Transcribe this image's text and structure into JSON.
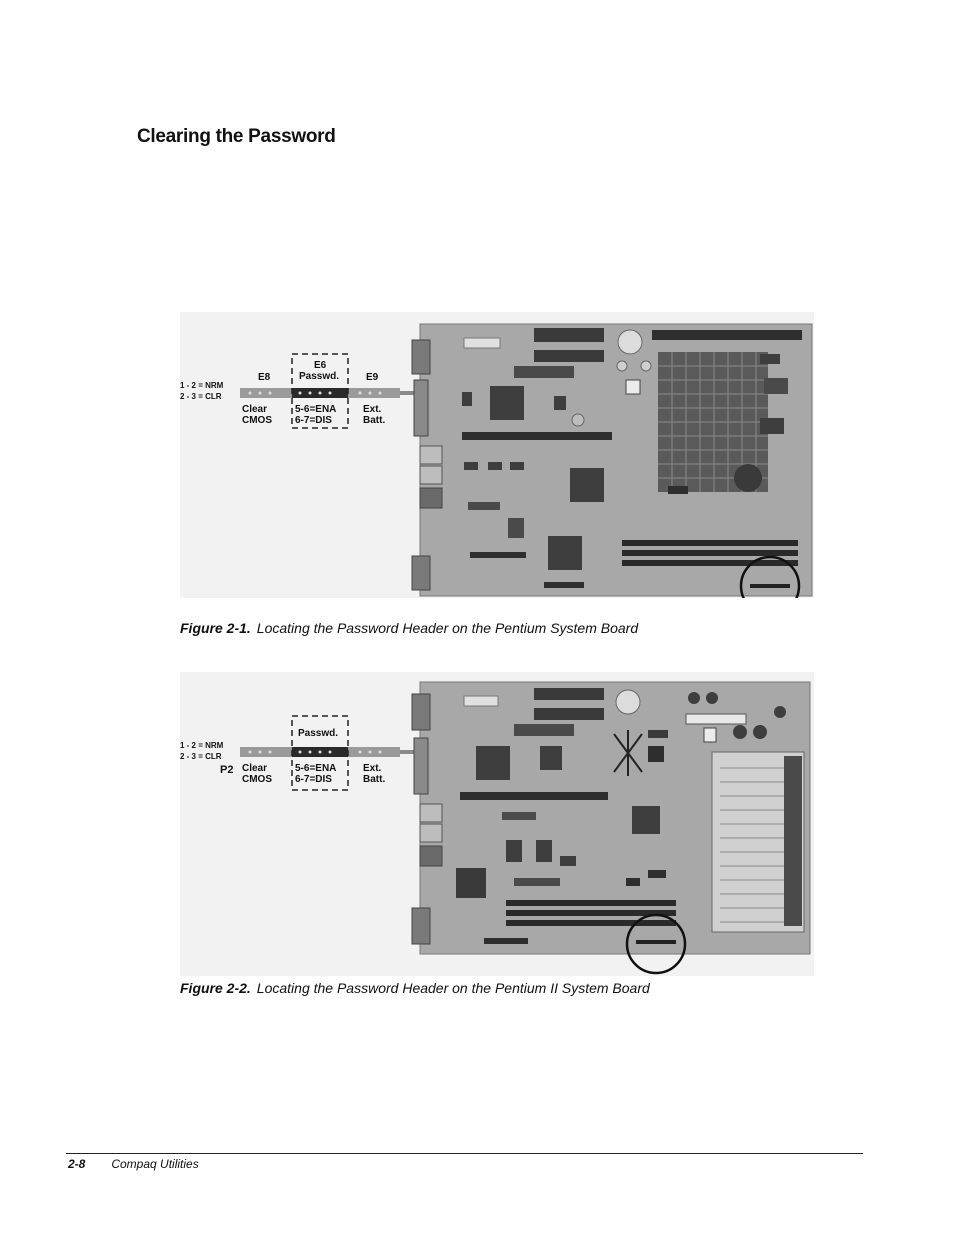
{
  "section": {
    "heading": "Clearing the Password"
  },
  "figure1": {
    "legend": [
      "1 - 2 = NRM",
      "2 - 3 = CLR"
    ],
    "e8_label": "E8",
    "e6_label_line1": "E6",
    "e6_label_line2": "Passwd.",
    "e9_label": "E9",
    "clear_line1": "Clear",
    "clear_line2": "CMOS",
    "ena_line1": "5-6=ENA",
    "ena_line2": "6-7=DIS",
    "ext_line1": "Ext.",
    "ext_line2": "Batt.",
    "caption_number": "Figure 2-1.",
    "caption_text": "Locating the Password Header on the Pentium System Board"
  },
  "figure2": {
    "legend": [
      "1 - 2 = NRM",
      "2 - 3 = CLR"
    ],
    "p2_label": "P2",
    "passwd_label": "Passwd.",
    "clear_line1": "Clear",
    "clear_line2": "CMOS",
    "ena_line1": "5-6=ENA",
    "ena_line2": "6-7=DIS",
    "ext_line1": "Ext.",
    "ext_line2": "Batt.",
    "caption_number": "Figure 2-2.",
    "caption_text": "Locating the Password Header on the Pentium II System Board"
  },
  "footer": {
    "page_number": "2-8",
    "title": "Compaq Utilities"
  }
}
